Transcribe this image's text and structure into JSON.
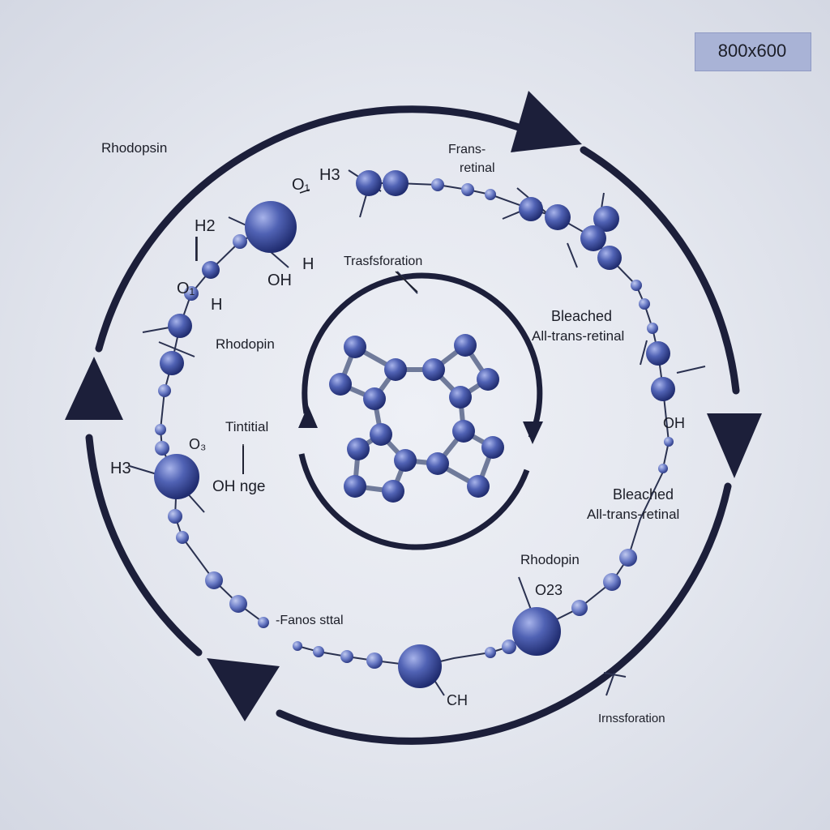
{
  "badge": "800x600",
  "labels": {
    "rhodopsin_top": "Rhodopsin",
    "frans": "Frans-",
    "retinal": "retinal",
    "h3_top": "H3",
    "o_top": "O₁",
    "h2": "H2",
    "o_left": "O₁",
    "h_a": "H",
    "oh_a": "OH",
    "h_b": "H",
    "transfor_top": "Trasfsforation",
    "rhodopin_left": "Rhodopin",
    "bleached_1": "Bleached",
    "all_trans_1": "All-trans-retinal",
    "tintial": "Tintitial",
    "o3_left": "O₃",
    "h3_left": "H3",
    "oh_nge": "OH nge",
    "oh_right": "OH",
    "bleached_2": "Bleached",
    "all_trans_2": "All-trans-retinal",
    "rhodopin_bottom": "Rhodopin",
    "o23": "O23",
    "fanos": "-Fanos sttal",
    "ch": "CH",
    "transfor_bottom": "Irnssforation"
  },
  "colors": {
    "arrow": "#1c1f3a",
    "atom_dark": "#2b3a86",
    "atom_light": "#8594d6",
    "bond": "#2a3150",
    "badge_bg": "#a9b3d6"
  }
}
